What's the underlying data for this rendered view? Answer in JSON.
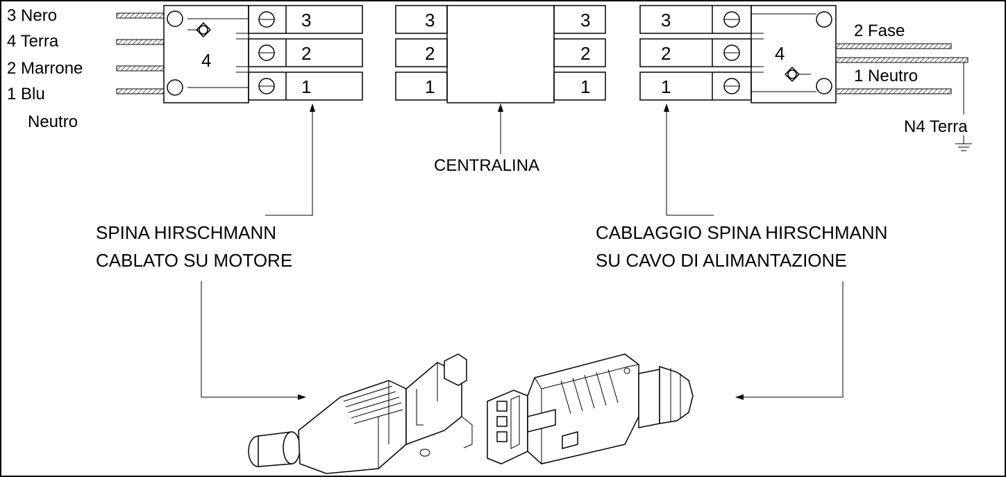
{
  "motor_wires": [
    "3 Nero",
    "4 Terra",
    "2 Marrone",
    "1 Blu",
    "Neutro"
  ],
  "left_connector": {
    "terminals": [
      "3",
      "2",
      "1"
    ],
    "ground_number": "4"
  },
  "control_unit": {
    "terminals_left": [
      "3",
      "2",
      "1"
    ],
    "terminals_right": [
      "3",
      "2",
      "1"
    ],
    "label": "CENTRALINA"
  },
  "right_connector": {
    "terminals": [
      "3",
      "2",
      "1"
    ],
    "ground_number": "4"
  },
  "supply_wires": {
    "phase": "2 Fase",
    "neutral": "1 Neutro",
    "earth": "N4 Terra"
  },
  "captions": {
    "left": [
      "SPINA HIRSCHMANN",
      "CABLATO SU MOTORE"
    ],
    "right": [
      "CABLAGGIO SPINA HIRSCHMANN",
      "SU CAVO DI ALIMANTAZIONE"
    ]
  },
  "icons": {
    "terminal_screw": "screw-terminal-icon",
    "ground_pin": "ground-pin-icon",
    "earth_symbol": "earth-ground-icon",
    "plug_male": "hirschmann-plug-icon",
    "plug_female": "hirschmann-socket-icon"
  }
}
